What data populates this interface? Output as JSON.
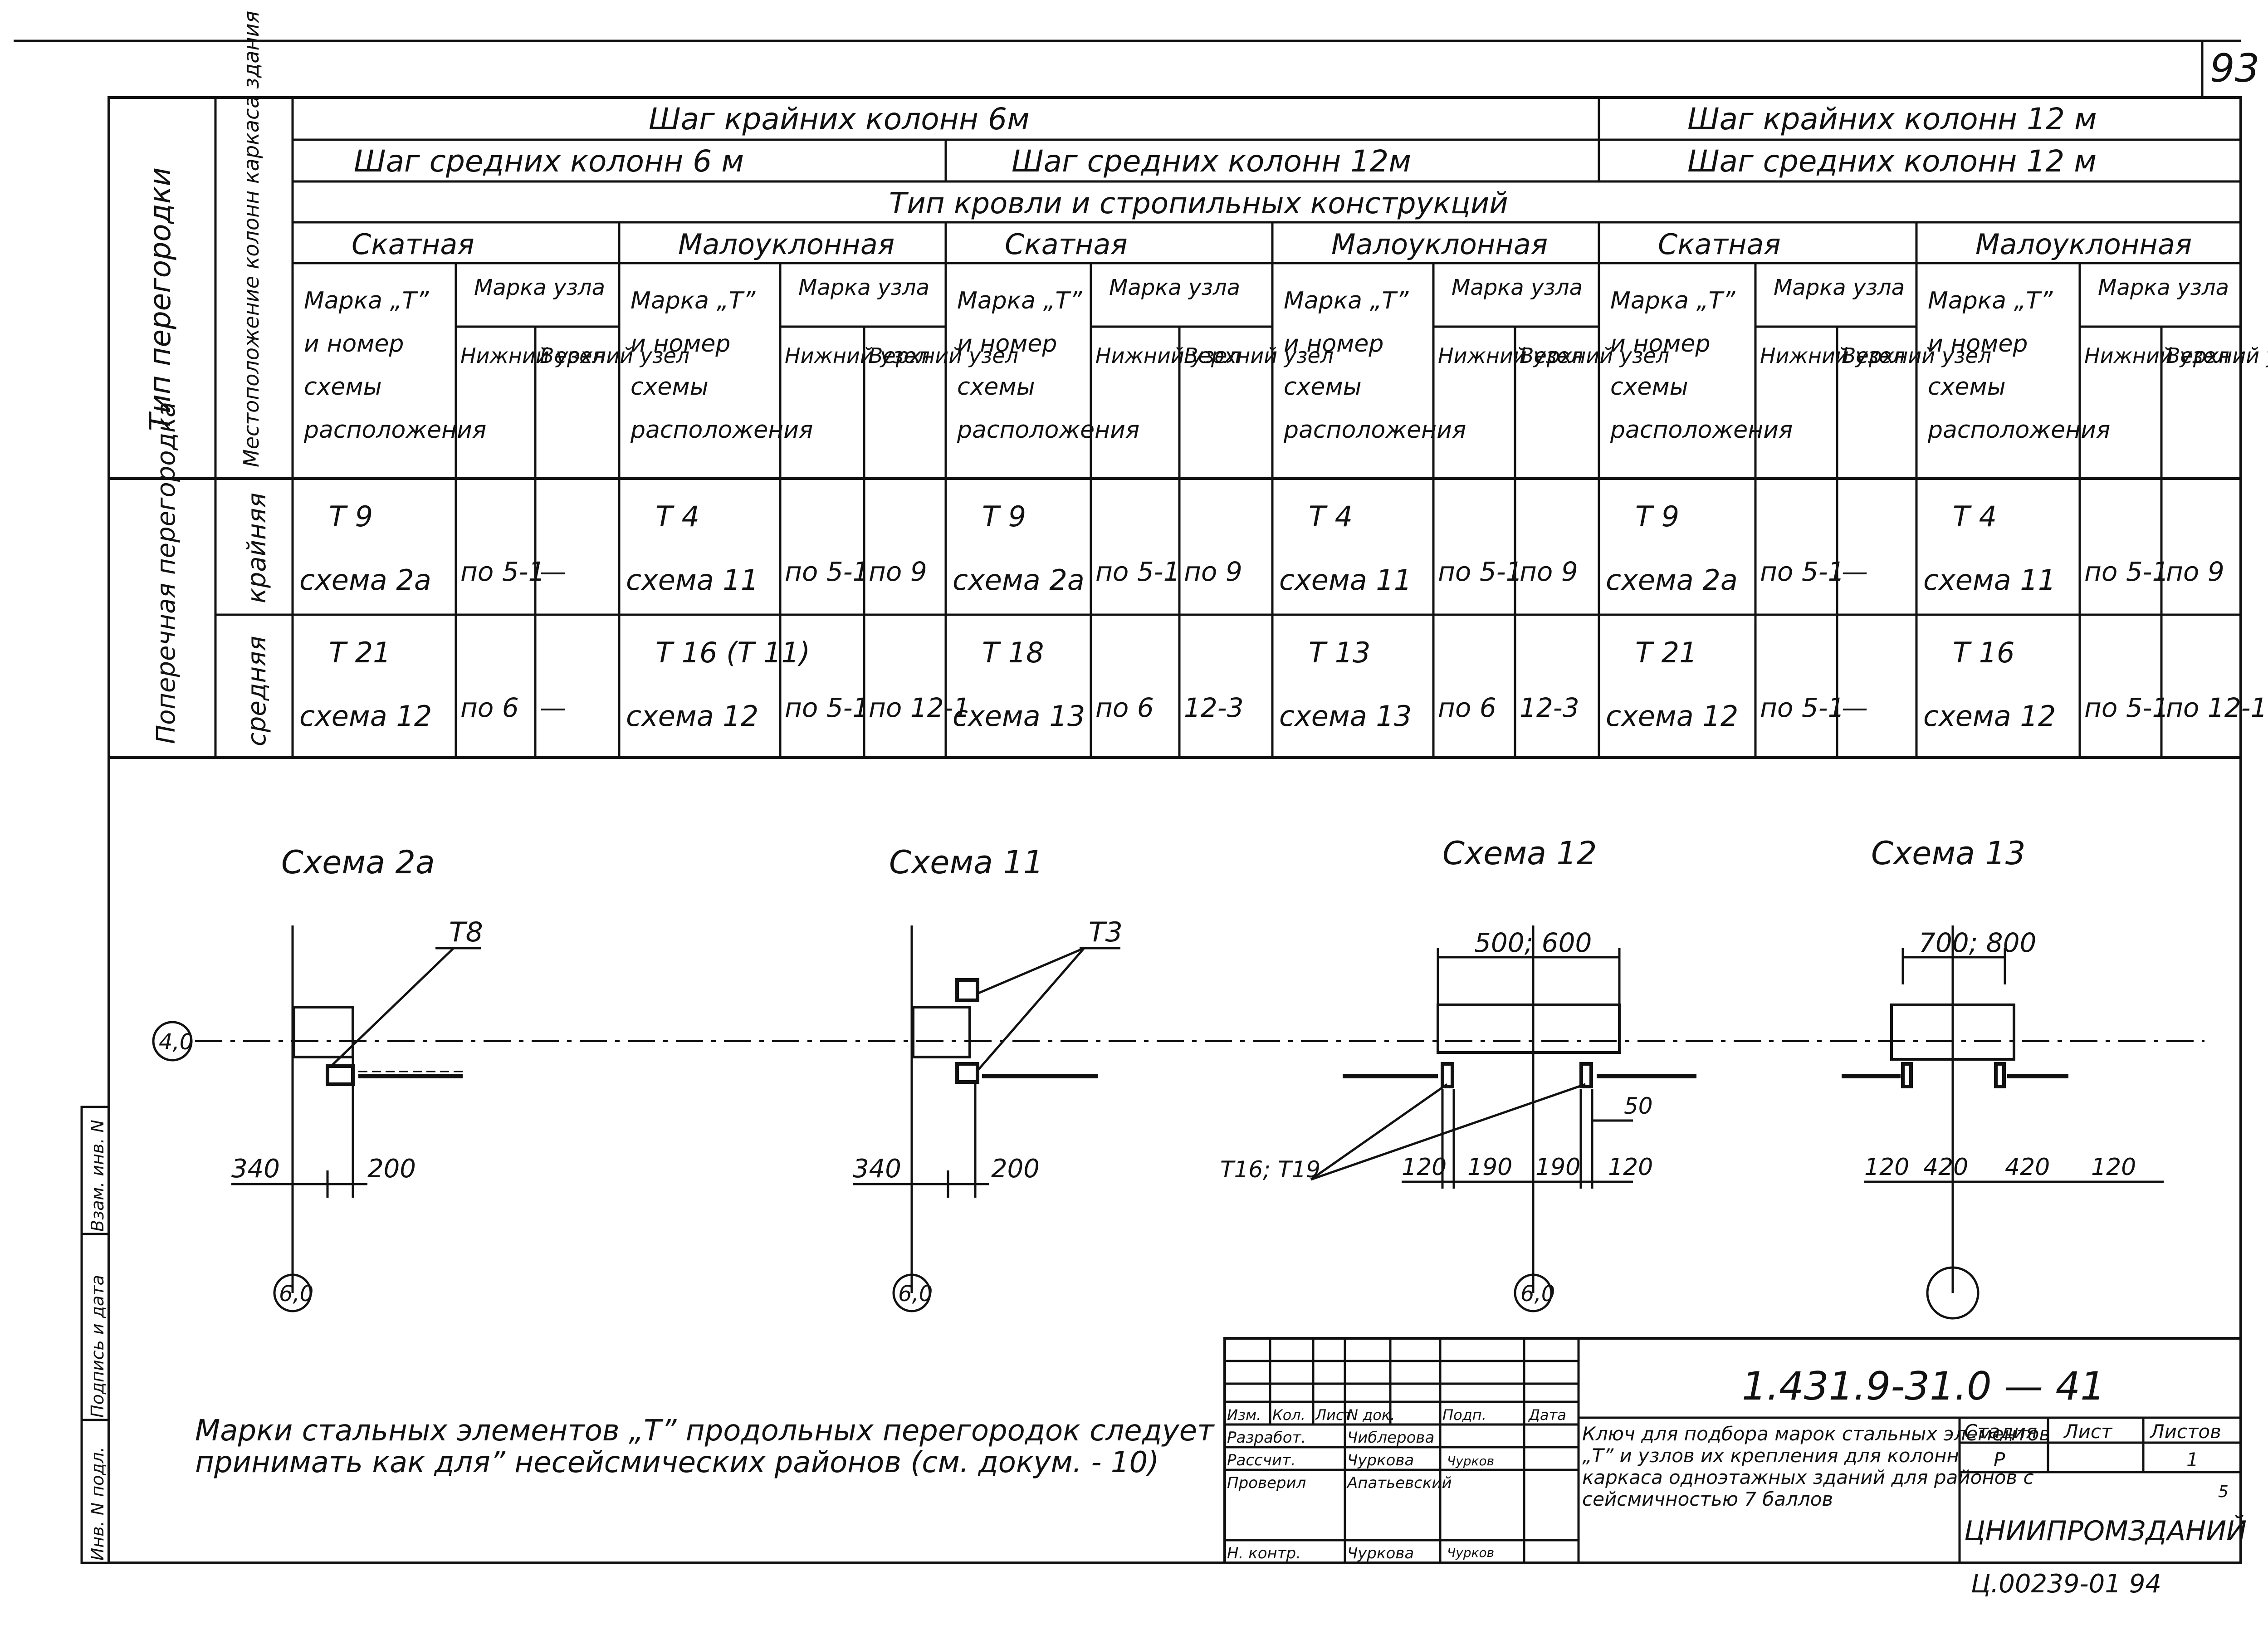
{
  "page_number": "93",
  "row_headers": {
    "partition_type": "Тип перегородки",
    "column_location": "Местоположение колонн каркаса здания"
  },
  "spans": {
    "outer_6": "Шаг крайних колонн 6м",
    "outer_12": "Шаг крайних колонн 12 м",
    "mid_6": "Шаг средних колонн 6 м",
    "mid_12a": "Шаг средних колонн 12м",
    "mid_12b": "Шаг средних колонн 12 м",
    "roof_type": "Тип кровли и стропильных конструкций"
  },
  "roof_kinds": [
    "Скатная",
    "Малоуклонная",
    "Скатная",
    "Малоуклонная",
    "Скатная",
    "Малоуклонная"
  ],
  "subheaders": {
    "marka": "Марка „Т” и номер схемы расположения",
    "node_mark": "Марка узла",
    "lower": "Нижний узел",
    "upper": "Верхний узел"
  },
  "rows": {
    "group_label": "Поперечная перегородка",
    "outer_label": "крайняя",
    "middle_label": "средняя",
    "outer": [
      [
        "Т 9",
        "схема 2а",
        "по 5-1",
        "—"
      ],
      [
        "Т 4",
        "схема 11",
        "по 5-1",
        "по 9"
      ],
      [
        "Т 9",
        "схема 2а",
        "по 5-1",
        "по 9"
      ],
      [
        "Т 4",
        "схема 11",
        "по 5-1",
        "по 9"
      ],
      [
        "Т 9",
        "схема 2а",
        "по 5-1",
        "—"
      ],
      [
        "Т 4",
        "схема 11",
        "по 5-1",
        "по 9"
      ]
    ],
    "middle": [
      [
        "Т 21",
        "схема 12",
        "по 6",
        "—"
      ],
      [
        "Т 16 (Т 11)",
        "схема 12",
        "по 5-1",
        "по 12-1"
      ],
      [
        "Т 18",
        "схема 13",
        "по 6",
        "12-3"
      ],
      [
        "Т 13",
        "схема 13",
        "по 6",
        "12-3"
      ],
      [
        "Т 21",
        "схема 12",
        "по 5-1",
        "—"
      ],
      [
        "Т 16",
        "схема 12",
        "по 5-1",
        "по 12-1"
      ]
    ]
  },
  "schemes": {
    "s2a": {
      "title": "Схема 2а",
      "mark": "Т8",
      "axis": "4,0",
      "axis2": "6,0",
      "dim1": "340",
      "dim2": "200"
    },
    "s11": {
      "title": "Схема 11",
      "mark": "Т3",
      "axis": "6,0",
      "dim1": "340",
      "dim2": "200"
    },
    "s12": {
      "title": "Схема 12",
      "mark": "Т16; Т19",
      "axis": "6,0",
      "top": "500; 600",
      "d50": "50",
      "dims": [
        "120",
        "190",
        "190",
        "120"
      ]
    },
    "s13": {
      "title": "Схема 13",
      "top": "700; 800",
      "dims": [
        "120",
        "420",
        "420",
        "120"
      ]
    }
  },
  "note": "Марки стальных элементов „Т” продольных перегородок следует принимать как для” несейсмических районов (см. докум. - 10)",
  "stamp": {
    "doc_code": "1.431.9-31.0 — 41",
    "header_cols": [
      "Изм.",
      "Кол.",
      "Лист",
      "N док.",
      "Подп.",
      "Дата"
    ],
    "roles": [
      "Разработ.",
      "Рассчит.",
      "Проверил",
      "Н. контр."
    ],
    "names": [
      "Чиблерова",
      "Чуркова",
      "Апатьевский",
      "Чуркова"
    ],
    "signatures": [
      "",
      "Чурков",
      "",
      "Чурков"
    ],
    "title": "Ключ для подбора марок стальных элементов „Т” и узлов их крепления для колонн каркаса одноэтажных зданий для районов с сейсмичностью 7 баллов",
    "stage_label": "Стадия",
    "sheet_label": "Лист",
    "sheets_label": "Листов",
    "stage": "Р",
    "sheets": "1",
    "org": "ЦНИИПРОМЗДАНИЙ",
    "small_num": "5"
  },
  "side_stamp": [
    "Инв. N подл.",
    "Подпись и дата",
    "Взам. инв. N"
  ],
  "footer_code": "Ц.00239-01 94"
}
